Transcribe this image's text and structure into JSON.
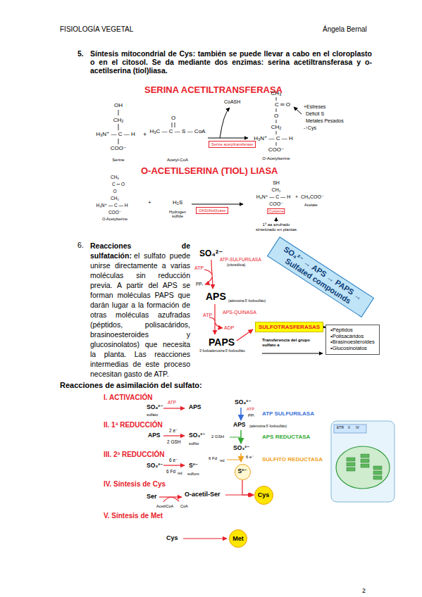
{
  "diagram": {
    "nodes": [
      {
        "text": [
          "Serine acetyltransferase"
        ]
      },
      {
        "text": [
          "OAS(thiol)lyase"
        ]
      },
      {
        "text": [
          "SO₄²⁻ → APS → PAPS → Sulfated compounds"
        ]
      },
      {
        "text": [
          "SULFOTRASFERASAS"
        ]
      },
      {
        "text": [
          "•Péptidos",
          "•Polisacáridos",
          "•Brasinoesteroides",
          "•Glucosinolatos"
        ]
      },
      {
        "text": [
          "S²⁻"
        ]
      },
      {
        "text": [
          "Cys"
        ]
      },
      {
        "text": [
          "Met"
        ]
      }
    ],
    "edges": [
      {
        "from": 3,
        "to": 4,
        "arrow": "to"
      },
      {
        "from": 5,
        "to": 6,
        "arrow": "to"
      }
    ],
    "labels": [
      "FISIOLOGÍA VEGETAL",
      "Ángela Bernal",
      "5.",
      "Síntesis mitocondrial de Cys: también se puede llevar a cabo en el cloroplasto o en el citosol. Se da mediante dos enzimas: serina acetiltransferasa y o-acetilserina (tiol)liasa.",
      "SERINA ACETILTRANSFERASA",
      "OH",
      "CH₂",
      "H₃N⁺ — C — H",
      "COO⁻",
      "Serine",
      "+",
      "O",
      "H₃C — C — S — CoA",
      "Acetyl-CoA",
      "CoASH",
      "CH₃",
      "C ═ O",
      "O",
      "CH₂",
      "H₃N⁺ — C — H",
      "COO⁻",
      "O-Acetylserine",
      "+Estreses",
      "Déficit S",
      "Metales Pesados",
      "-↑Cys",
      "O-ACETILSERINA (TIOL) LIASA",
      "CH₃",
      "C ═ O",
      "O",
      "CH₂",
      "H₃N⁺ — C — H",
      "COO⁻",
      "O-Acetylserine",
      "+",
      "H₂S",
      "Hydrogen sulfide",
      "SH",
      "CH₂",
      "H₃N⁺ — C — H",
      "COO⁻",
      "Cysteine",
      "+",
      "CH₃COO⁻",
      "Acetate",
      "1º aa azufrado sintetizado en plantas",
      "6.",
      "Reacciones de sulfatación:",
      "el sulfato puede unirse directamente a varias moléculas sin reducción previa. A partir del APS se forman moléculas PAPS que darán lugar a la formación de otras moléculas azufradas (péptidos, polisacáridos, brasinoesteroides y glucosinolatos) que necesita la planta. Las reacciones intermedias de este proceso necesitan gasto de ATP.",
      "SO₄²⁻",
      "ATP-SULFURILASA",
      "(citosólica)",
      "ATP",
      "PPᵢ",
      "APS",
      "(adenosina-5'-fosfosulfato)",
      "APS-QUINASA",
      "ATP",
      "ADP",
      "PAPS",
      "3'-fosfoadenosina-5'-fosfosulfato",
      "Transferencia del grupo sulfato a",
      "Reacciones de asimilación del sulfato:",
      "I. ACTIVACIÓN",
      "SO₄²⁻",
      "ATP",
      "APS",
      "sulfato",
      "II. 1ª REDUCCIÓN",
      "APS",
      "2 e⁻",
      "2 GSH",
      "SO₃²⁻",
      "sulfito",
      "III. 2ª REDUCCIÓN",
      "SO₃²⁻",
      "6 e⁻",
      "6 Fd",
      "red",
      "S²⁻",
      "sulfuro",
      "IV. Síntesis de Cys",
      "Ser",
      "AcetilCoA",
      "CoA",
      "O-acetil-Ser",
      "V. Síntesis de Met",
      "Cys",
      "SO₄²⁻",
      "ATP",
      "PPᵢ",
      "ATP SULFURILASA",
      "APS",
      "(adenosina-5'-fosfosulfato)",
      "2 GSH",
      "APS REDUCTASA",
      "SO₃²⁻",
      "6 Fd",
      "red",
      "6 e⁻",
      "SULFITO REDUCTASA",
      "ETR",
      "II",
      "IV",
      "2"
    ]
  }
}
